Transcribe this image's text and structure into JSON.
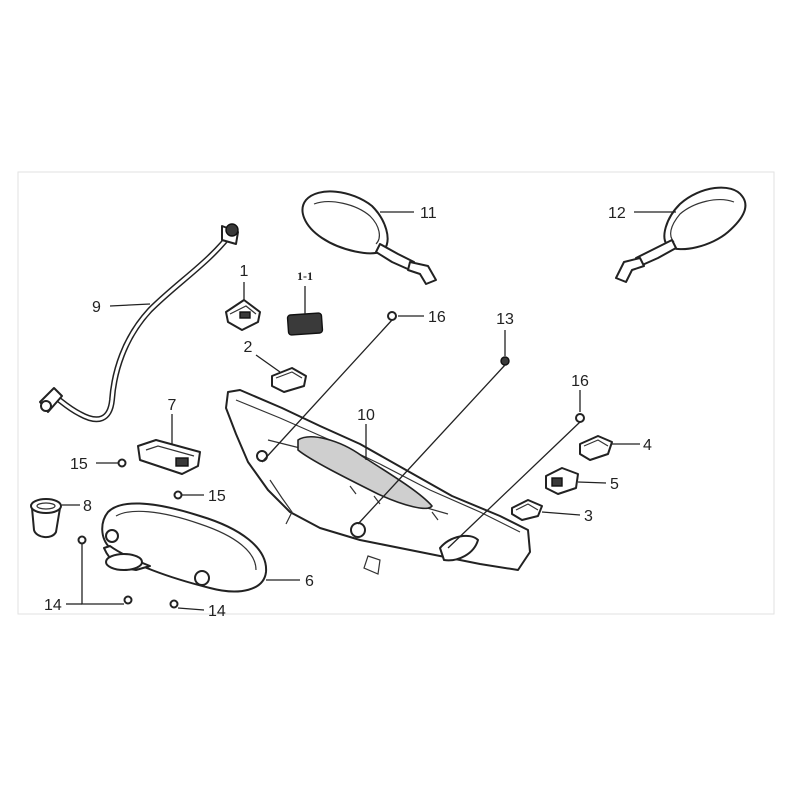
{
  "callouts": {
    "c1": "1",
    "c1_1": "1-1",
    "c2": "2",
    "c3": "3",
    "c4": "4",
    "c5": "5",
    "c6": "6",
    "c7": "7",
    "c8": "8",
    "c9": "9",
    "c10": "10",
    "c11": "11",
    "c12": "12",
    "c13": "13",
    "c14a": "14",
    "c14b": "14",
    "c15a": "15",
    "c15b": "15",
    "c16a": "16",
    "c16b": "16"
  }
}
